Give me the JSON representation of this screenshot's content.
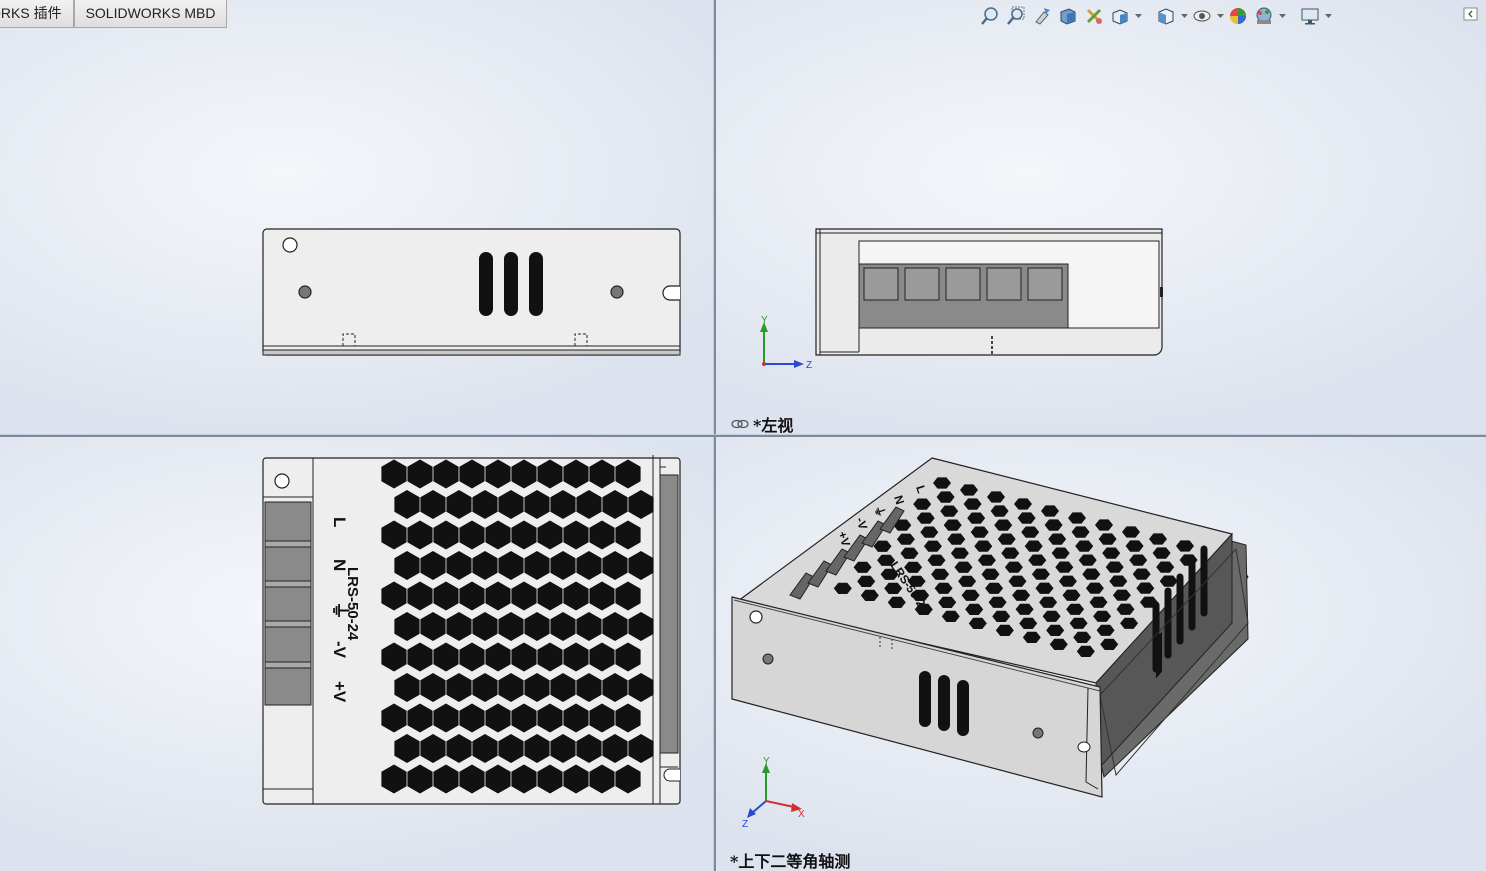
{
  "tabs": [
    {
      "label": "ORKS 插件"
    },
    {
      "label": "SOLIDWORKS MBD"
    }
  ],
  "toolbar": {
    "icons": [
      "zoom-to-fit-icon",
      "zoom-to-area-icon",
      "previous-view-icon",
      "section-view-icon",
      "dynamic-annotation-icon",
      "view-orientation-icon",
      "display-style-icon",
      "hide-show-icon",
      "edit-appearance-icon",
      "apply-scene-icon",
      "view-settings-icon"
    ]
  },
  "viewports": {
    "top_right": {
      "label": "*左视"
    },
    "bottom_right": {
      "label": "*上下二等角轴测"
    }
  },
  "triad": {
    "y": "Y",
    "z": "Z",
    "x": "X"
  },
  "model": {
    "terminals": [
      "L",
      "N",
      "⏚",
      "-V",
      "+V"
    ],
    "model_name": "LRS-50-24"
  }
}
